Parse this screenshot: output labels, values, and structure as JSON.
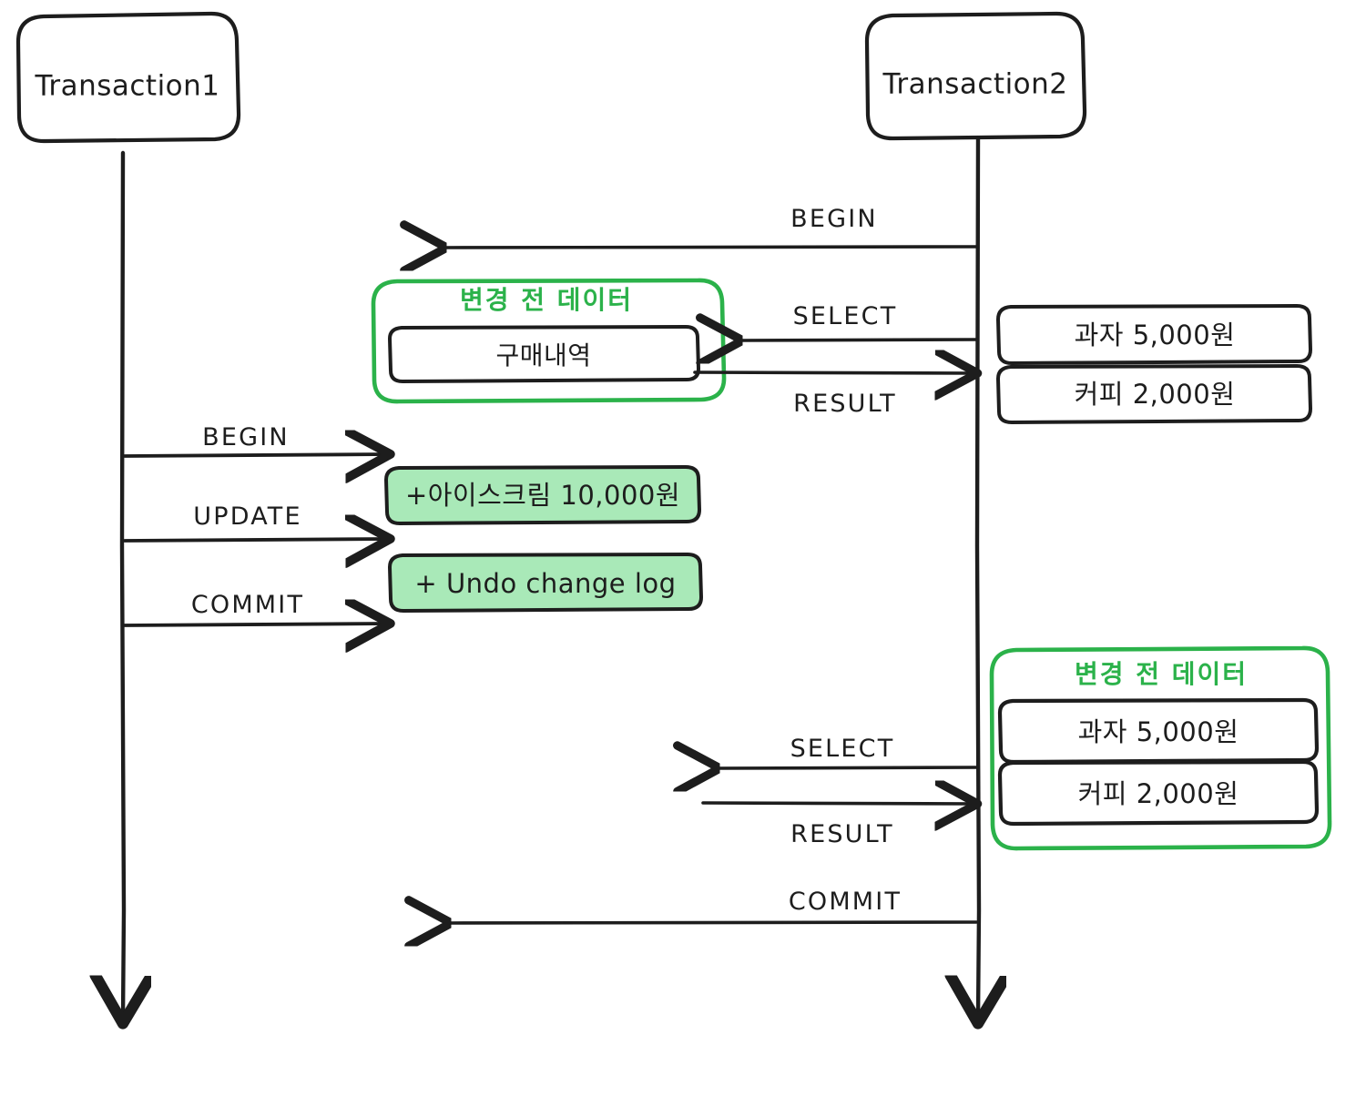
{
  "diagram": {
    "title": "Transaction isolation sequence diagram",
    "background_color": "#ffffff",
    "stroke_color": "#1d1d1d",
    "group_border_color": "#2bb24a",
    "group_title_color": "#2bb24a",
    "highlight_fill_color": "#a9e9b8"
  },
  "actors": [
    {
      "id": "tx1",
      "label": "Transaction1"
    },
    {
      "id": "tx2",
      "label": "Transaction2"
    }
  ],
  "messages": [
    {
      "id": "m1",
      "label": "BEGIN",
      "direction": "right-to-left",
      "from": "tx2",
      "to": "tx1"
    },
    {
      "id": "m2",
      "label": "SELECT",
      "direction": "right-to-left",
      "from": "tx2",
      "to": "tx1"
    },
    {
      "id": "m3",
      "label": "RESULT",
      "direction": "left-to-right",
      "from": "tx1",
      "to": "tx2"
    },
    {
      "id": "m4",
      "label": "BEGIN",
      "direction": "left-to-right",
      "from": "tx1",
      "to": "tx2"
    },
    {
      "id": "m5",
      "label": "UPDATE",
      "direction": "left-to-right",
      "from": "tx1",
      "to": "tx2"
    },
    {
      "id": "m6",
      "label": "COMMIT",
      "direction": "left-to-right",
      "from": "tx1",
      "to": "tx2"
    },
    {
      "id": "m7",
      "label": "SELECT",
      "direction": "right-to-left",
      "from": "tx2",
      "to": "tx1"
    },
    {
      "id": "m8",
      "label": "RESULT",
      "direction": "left-to-right",
      "from": "tx1",
      "to": "tx2"
    },
    {
      "id": "m9",
      "label": "COMMIT",
      "direction": "right-to-left",
      "from": "tx2",
      "to": "tx1"
    }
  ],
  "groups": [
    {
      "id": "group-top",
      "title": "변경 전 데이터",
      "items": [
        {
          "label": "구매내역"
        }
      ]
    },
    {
      "id": "group-bottom",
      "title": "변경 전 데이터",
      "items": [
        {
          "label": "과자 5,000원"
        },
        {
          "label": "커피 2,000원"
        }
      ]
    }
  ],
  "data_boxes_top_right": [
    {
      "id": "snack-box",
      "label": "과자 5,000원"
    },
    {
      "id": "coffee-box",
      "label": "커피 2,000원"
    }
  ],
  "highlight_boxes": [
    {
      "id": "icecream-box",
      "label": "+아이스크림 10,000원"
    },
    {
      "id": "undolog-box",
      "label": "+ Undo change log"
    }
  ]
}
